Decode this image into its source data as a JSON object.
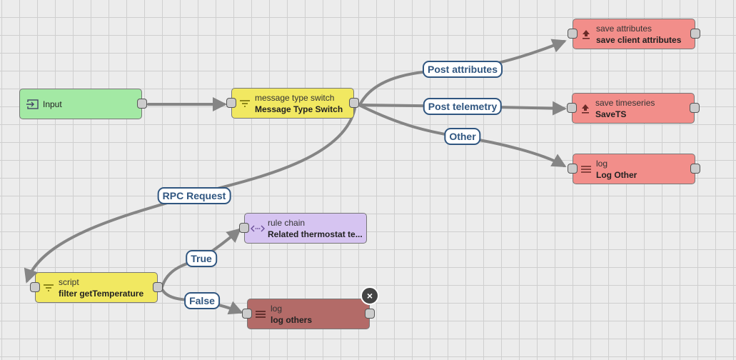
{
  "colors": {
    "input": "#a3e9a4",
    "filter": "#f1e861",
    "action": "#f28e8a",
    "rule_chain": "#d6c4f1",
    "selected_action": "#b36b68",
    "label_border": "#305680",
    "edge": "#858585"
  },
  "nodes": {
    "input": {
      "type": "",
      "name": "Input",
      "icon": "input-icon"
    },
    "switch": {
      "type": "message type switch",
      "name": "Message Type Switch",
      "icon": "filter-icon"
    },
    "save_attributes": {
      "type": "save attributes",
      "name": "save client attributes",
      "icon": "upload-icon"
    },
    "save_timeseries": {
      "type": "save timeseries",
      "name": "SaveTS",
      "icon": "upload-icon"
    },
    "log_other": {
      "type": "log",
      "name": "Log Other",
      "icon": "menu-icon"
    },
    "rule_chain": {
      "type": "rule chain",
      "name": "Related thermostat te...",
      "icon": "code-icon"
    },
    "script": {
      "type": "script",
      "name": "filter getTemperature",
      "icon": "filter-icon"
    },
    "log_others": {
      "type": "log",
      "name": "log others",
      "icon": "menu-icon",
      "selected": true
    }
  },
  "edge_labels": {
    "post_attributes": "Post attributes",
    "post_telemetry": "Post telemetry",
    "other": "Other",
    "rpc_request": "RPC Request",
    "true": "True",
    "false": "False"
  },
  "close_icon": "×"
}
